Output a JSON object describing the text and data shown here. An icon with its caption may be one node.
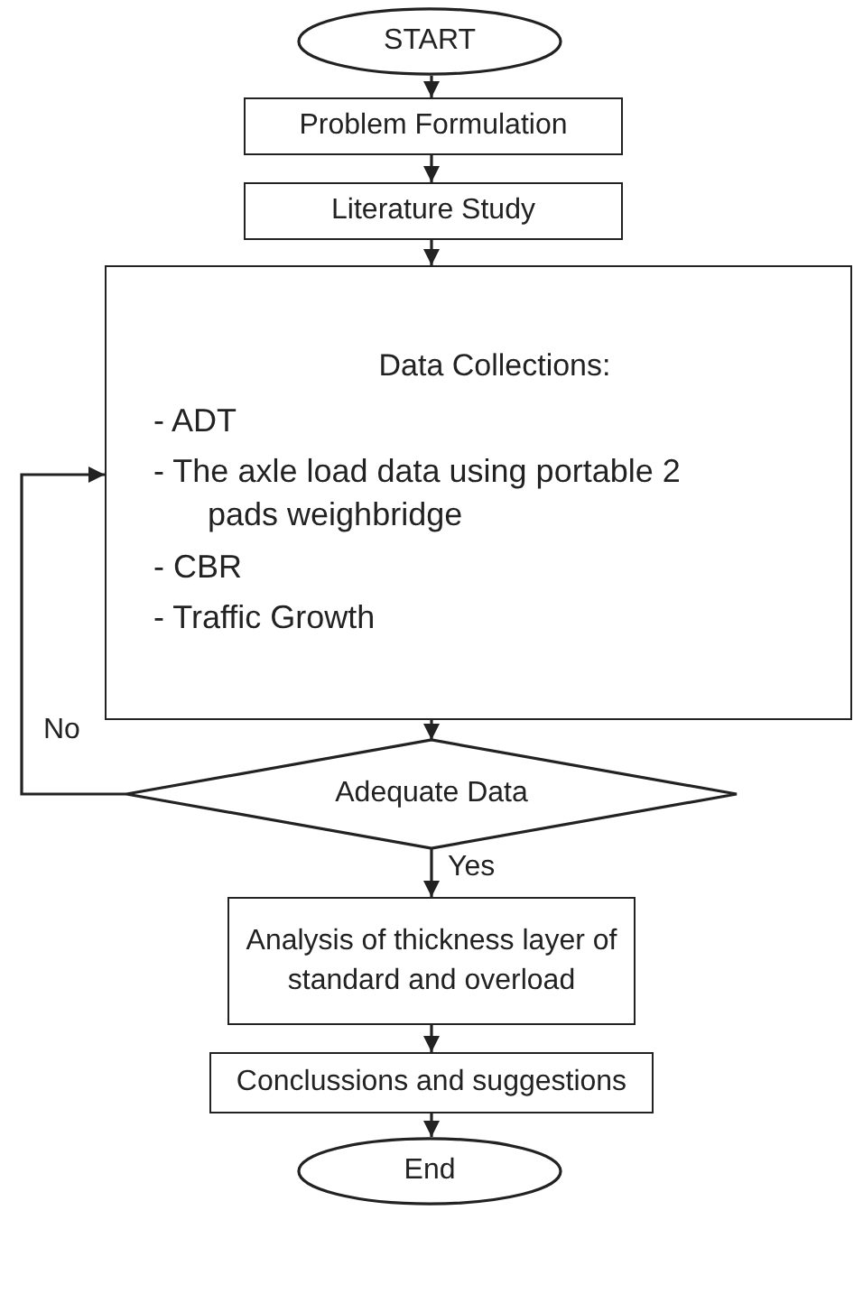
{
  "diagram": {
    "nodes": [
      {
        "text": [
          "START"
        ]
      },
      {
        "text": [
          "Problem Formulation"
        ]
      },
      {
        "text": [
          "Literature Study"
        ]
      },
      {
        "text": [
          "Data Collections:",
          "- ADT",
          "- The axle load data using portable 2 pads weighbridge",
          "- CBR",
          "- Traffic Growth"
        ]
      },
      {
        "text": [
          "Adequate Data"
        ]
      },
      {
        "text": [
          "Analysis of thickness layer of standard and overload"
        ]
      },
      {
        "text": [
          "Conclussions and suggestions"
        ]
      },
      {
        "text": [
          "End"
        ]
      }
    ],
    "edges": [
      {
        "from": 0,
        "to": 1,
        "arrow": "to"
      },
      {
        "from": 1,
        "to": 2,
        "arrow": "to"
      },
      {
        "from": 2,
        "to": 3,
        "arrow": "to"
      },
      {
        "from": 3,
        "to": 4,
        "arrow": "to"
      },
      {
        "from": 4,
        "to": 3,
        "arrow": "to",
        "label": "No"
      },
      {
        "from": 4,
        "to": 5,
        "arrow": "to",
        "label": "Yes"
      },
      {
        "from": 5,
        "to": 6,
        "arrow": "to"
      },
      {
        "from": 6,
        "to": 7,
        "arrow": "to"
      }
    ]
  }
}
